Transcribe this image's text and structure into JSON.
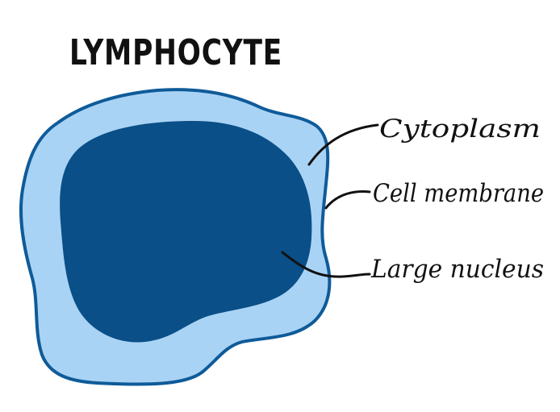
{
  "diagram": {
    "title": "LYMPHOCYTE",
    "labels": {
      "cytoplasm": "Cytoplasm",
      "cell_membrane": "Cell membrane",
      "nucleus": "Large nucleus"
    },
    "colors": {
      "membrane_outline": "#0f5b99",
      "cytoplasm_fill": "#a9d3f5",
      "nucleus_fill": "#0a4f87",
      "ink": "#111111"
    }
  }
}
